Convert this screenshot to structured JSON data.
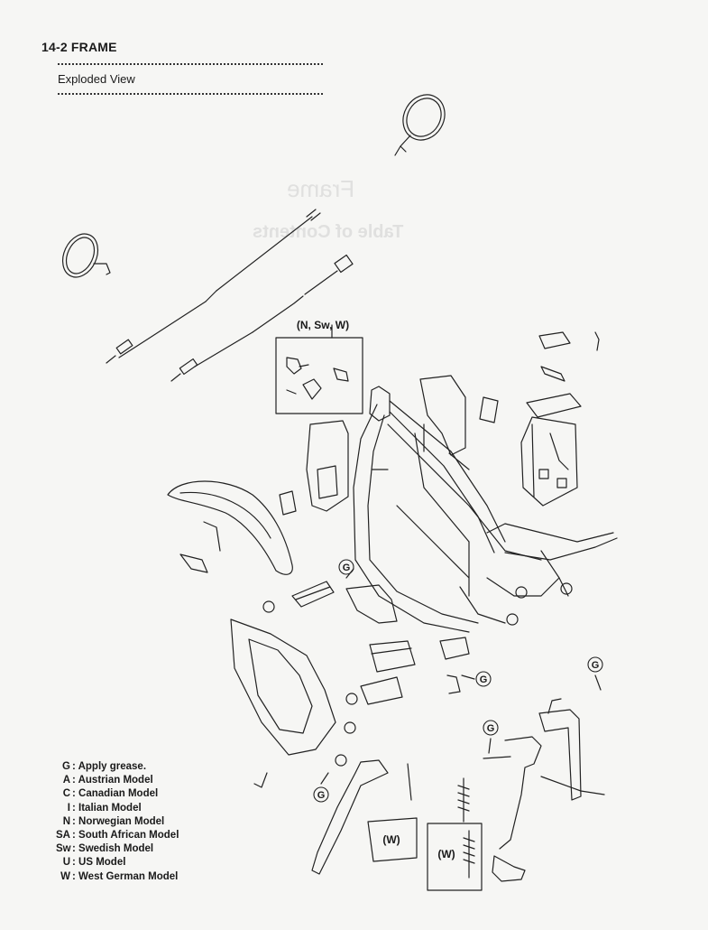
{
  "header": {
    "page_title": "14-2 FRAME",
    "section_title": "Exploded View"
  },
  "callouts": {
    "variant_box_label": "(N, Sw, W)",
    "grease": "G",
    "west_german": "(W)"
  },
  "legend": [
    {
      "code": "G",
      "text": ": Apply grease."
    },
    {
      "code": "A",
      "text": ": Austrian Model"
    },
    {
      "code": "C",
      "text": ": Canadian Model"
    },
    {
      "code": "I",
      "text": ": Italian Model"
    },
    {
      "code": "N",
      "text": ": Norwegian Model"
    },
    {
      "code": "SA",
      "text": ": South African Model"
    },
    {
      "code": "Sw",
      "text": ": Swedish Model"
    },
    {
      "code": "U",
      "text": ": US Model"
    },
    {
      "code": "W",
      "text": ": West German Model"
    }
  ],
  "bleed_through": {
    "title": "Frame",
    "subtitle": "Table of Contents"
  }
}
